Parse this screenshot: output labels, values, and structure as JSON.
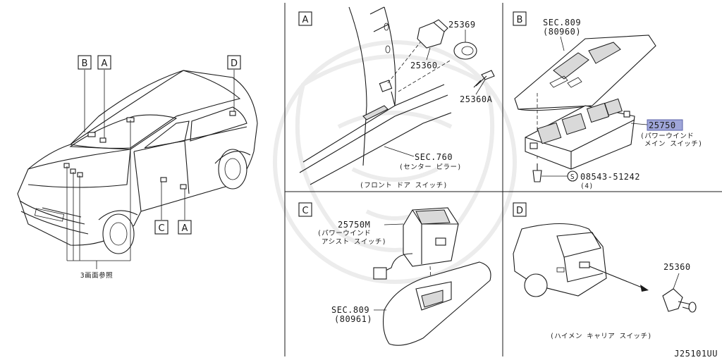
{
  "diagram_id": "J25101UU",
  "overview": {
    "callouts": [
      "B",
      "A",
      "D",
      "C",
      "A"
    ],
    "reference_note": "3画面参照"
  },
  "panel_a": {
    "tag": "A",
    "parts": [
      "25369",
      "25360",
      "25360A"
    ],
    "sec_ref": "SEC.760",
    "sec_desc": "(センター ピラー)",
    "caption": "(フロント ドア スイッチ)"
  },
  "panel_b": {
    "tag": "B",
    "sec_ref": "SEC.809",
    "sec_sub": "(80960)",
    "highlight_part": "25750",
    "highlight_color": "#9fa6d9",
    "part_desc_1": "(パワーウインド",
    "part_desc_2": "メイン スイッチ)",
    "screw_part": "08543-51242",
    "screw_qty": "(4)",
    "screw_symbol": "S"
  },
  "panel_c": {
    "tag": "C",
    "part": "25750M",
    "part_desc_1": "(パワーウインド",
    "part_desc_2": "アシスト スイッチ)",
    "sec_ref": "SEC.809",
    "sec_sub": "(80961)"
  },
  "panel_d": {
    "tag": "D",
    "part": "25360",
    "caption": "(ハイメン キャリア スイッチ)"
  }
}
